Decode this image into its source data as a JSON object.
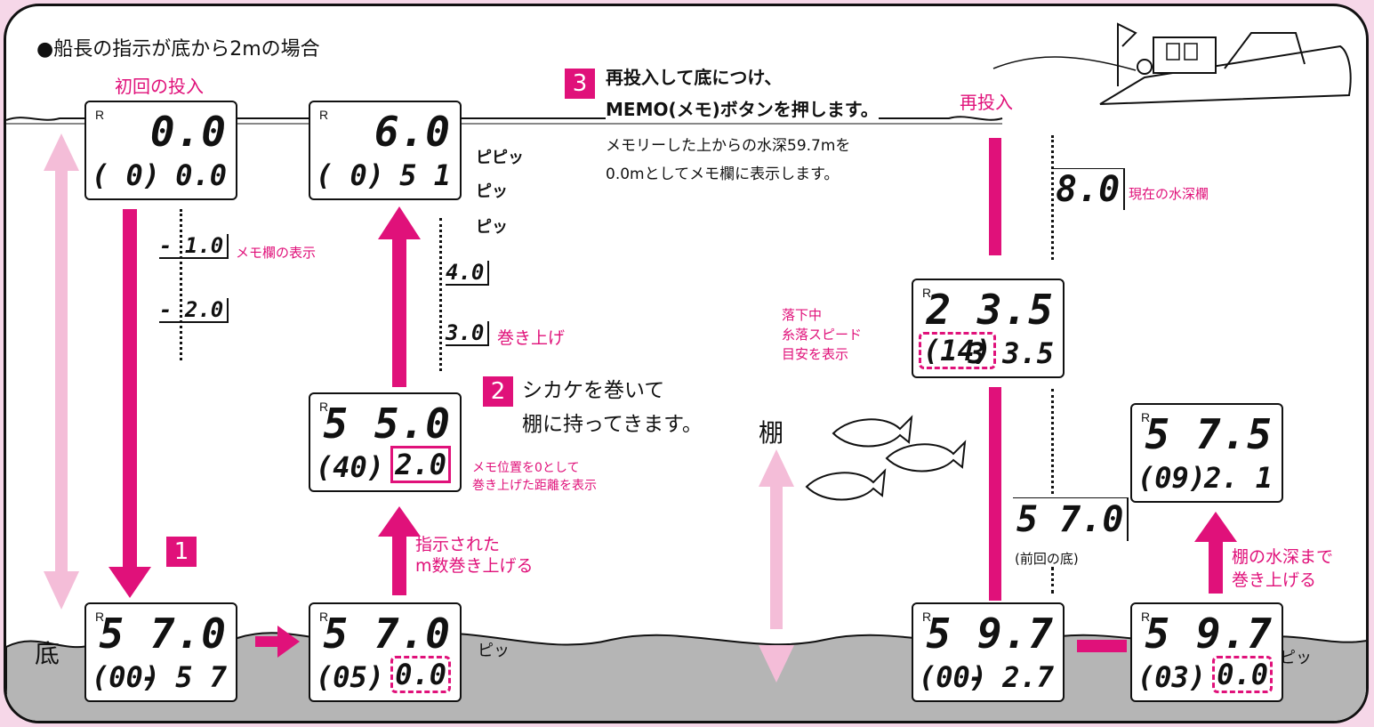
{
  "title": "●船長の指示が底から2mの場合",
  "labels": {
    "first_drop": "初回の投入",
    "redrop": "再投入",
    "bottom": "底",
    "tana": "棚",
    "memo_display": "メモ欄の表示",
    "reel_up": "巻き上げ",
    "current_depth_field": "現在の水深欄",
    "falling": "落下中",
    "speed_line": "糸落スピード",
    "speed_guide": "目安を表示",
    "prev_bottom": "(前回の底)",
    "memo_pos": "メモ位置を0として",
    "memo_dist": "巻き上げた距離を表示",
    "instructed_1": "指示された",
    "instructed_2": "m数巻き上げる",
    "to_tana_1": "棚の水深まで",
    "to_tana_2": "巻き上げる",
    "beep_3": "ピピッ",
    "beep_2": "ピッ",
    "beep_1": "ピッ",
    "beep_s1": "ピッ",
    "beep_s5": "ピッ"
  },
  "steps": [
    {
      "num": "1"
    },
    {
      "num": "2",
      "line1": "シカケを巻いて",
      "line2": "棚に持ってきます。"
    },
    {
      "num": "3",
      "line1": "再投入して底につけ、",
      "line2": "MEMO(メモ)ボタンを押します。",
      "line3": "メモリーした上からの水深59.7mを",
      "line4": "0.0mとしてメモ欄に表示します。"
    }
  ],
  "displays": {
    "d1": {
      "r": "R",
      "main": "0.0",
      "left": "( 0)",
      "right": "0.0"
    },
    "d2": {
      "r": "R",
      "main": "6.0",
      "left": "( 0)",
      "right": "5 1"
    },
    "d3": {
      "r": "R",
      "main": "5 5.0",
      "left": "(40)",
      "right": "2.0"
    },
    "d4": {
      "r": "R",
      "main": "5 7.0",
      "left": "(00)",
      "right": "- 5 7"
    },
    "d5": {
      "r": "R",
      "main": "5 7.0",
      "left": "(05)",
      "right": "0.0"
    },
    "d6": {
      "r": "R",
      "main": "2 3.5",
      "left": "(14)",
      "right": "3 3.5"
    },
    "d7": {
      "r": "R",
      "main": "5 7.5",
      "left": "(09)",
      "right": "2. 1"
    },
    "d8": {
      "r": "R",
      "main": "5 9.7",
      "left": "(00)",
      "right": "- 2.7"
    },
    "d9": {
      "r": "R",
      "main": "5 9.7",
      "left": "(03)",
      "right": "0.0"
    }
  },
  "mini_readings": {
    "m1": "- 1.0",
    "m2": "- 2.0",
    "m3": "4.0",
    "m4": "3.0",
    "m5": "8.0",
    "m6": "5 7.0"
  },
  "colors": {
    "accent": "#e0117a",
    "light_arrow": "#f4bdd8",
    "seabed": "#b5b5b5",
    "frame_bg": "#f6d7e8"
  }
}
